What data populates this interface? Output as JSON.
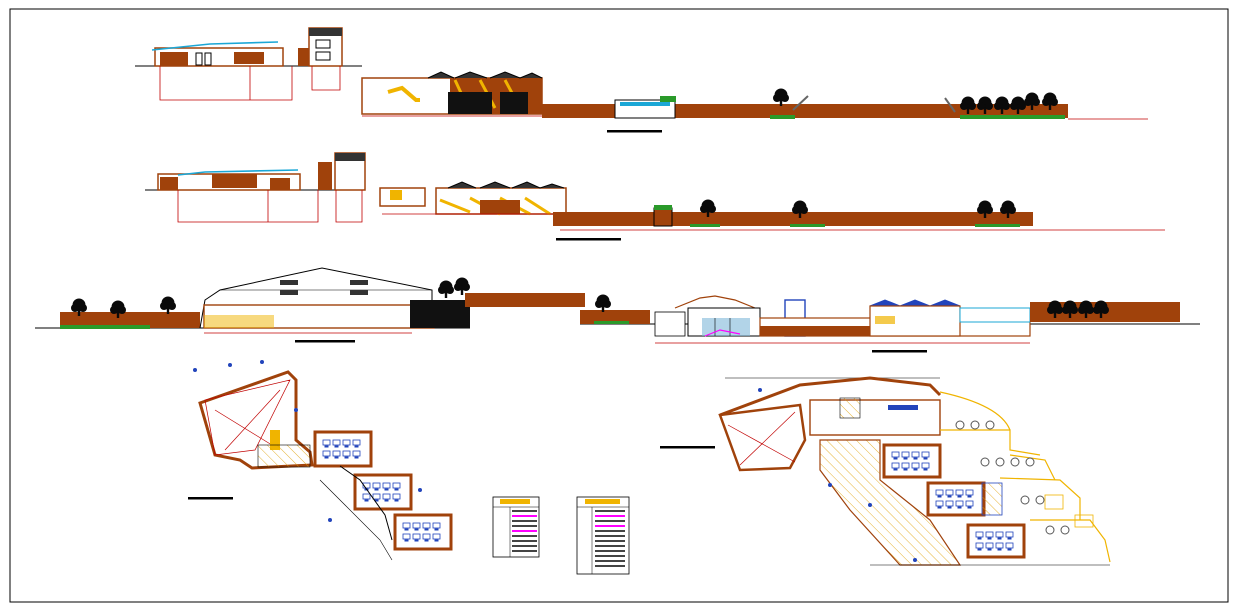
{
  "colors": {
    "paper": "#ffffff",
    "frame": "#000000",
    "wall": "#a0420b",
    "grass": "#2a9a2a",
    "tree": "#0a0a0a",
    "dimension": "#c00000",
    "roof": "#1ba7d6",
    "highlight": "#ff00ff",
    "stair": "#f0b400",
    "furniture": "#2244bb",
    "glass": "#7fb7d9"
  },
  "icons": {
    "tree": "tree-icon",
    "desk": "desk-icon",
    "north": "north-arrow-icon"
  },
  "drawing": {
    "sections": [
      "section-a",
      "section-b"
    ],
    "elevations": [
      "elevation-front",
      "elevation-side"
    ],
    "plans": [
      "plan-ground",
      "plan-upper"
    ],
    "schedules": [
      "schedule-1",
      "schedule-2"
    ]
  }
}
